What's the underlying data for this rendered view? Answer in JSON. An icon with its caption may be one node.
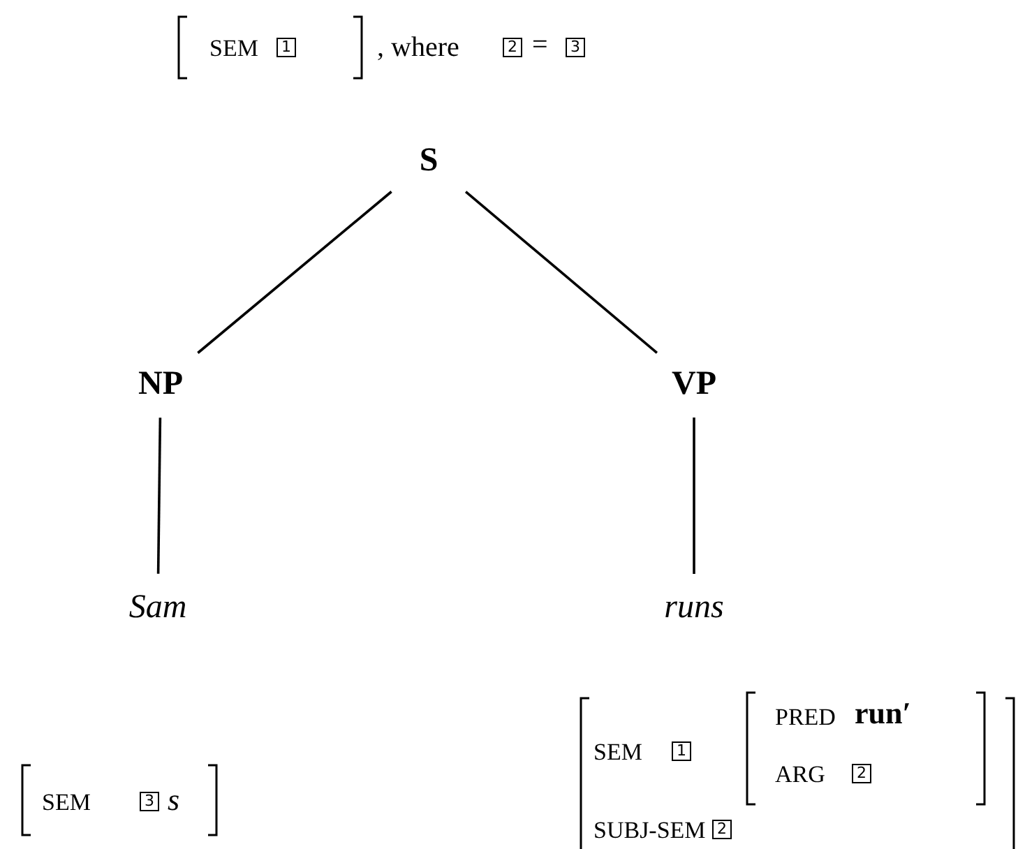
{
  "diagram": {
    "nodes": [
      {
        "text": [
          "S"
        ]
      },
      {
        "text": [
          "NP"
        ]
      },
      {
        "text": [
          "VP"
        ]
      },
      {
        "text": [
          "Sam"
        ]
      },
      {
        "text": [
          "runs"
        ]
      }
    ],
    "edges": [
      {
        "from": 0,
        "to": 1,
        "arrow": "none"
      },
      {
        "from": 0,
        "to": 2,
        "arrow": "none"
      },
      {
        "from": 1,
        "to": 3,
        "arrow": "none"
      },
      {
        "from": 2,
        "to": 4,
        "arrow": "none"
      }
    ],
    "labels": [
      "SEM",
      "1",
      ", where",
      "2",
      "=",
      "3",
      "SEM",
      "3",
      "s",
      "SEM",
      "1",
      "PRED",
      "**run′**",
      "ARG",
      "2",
      "SUBJ-SEM",
      "2"
    ]
  }
}
